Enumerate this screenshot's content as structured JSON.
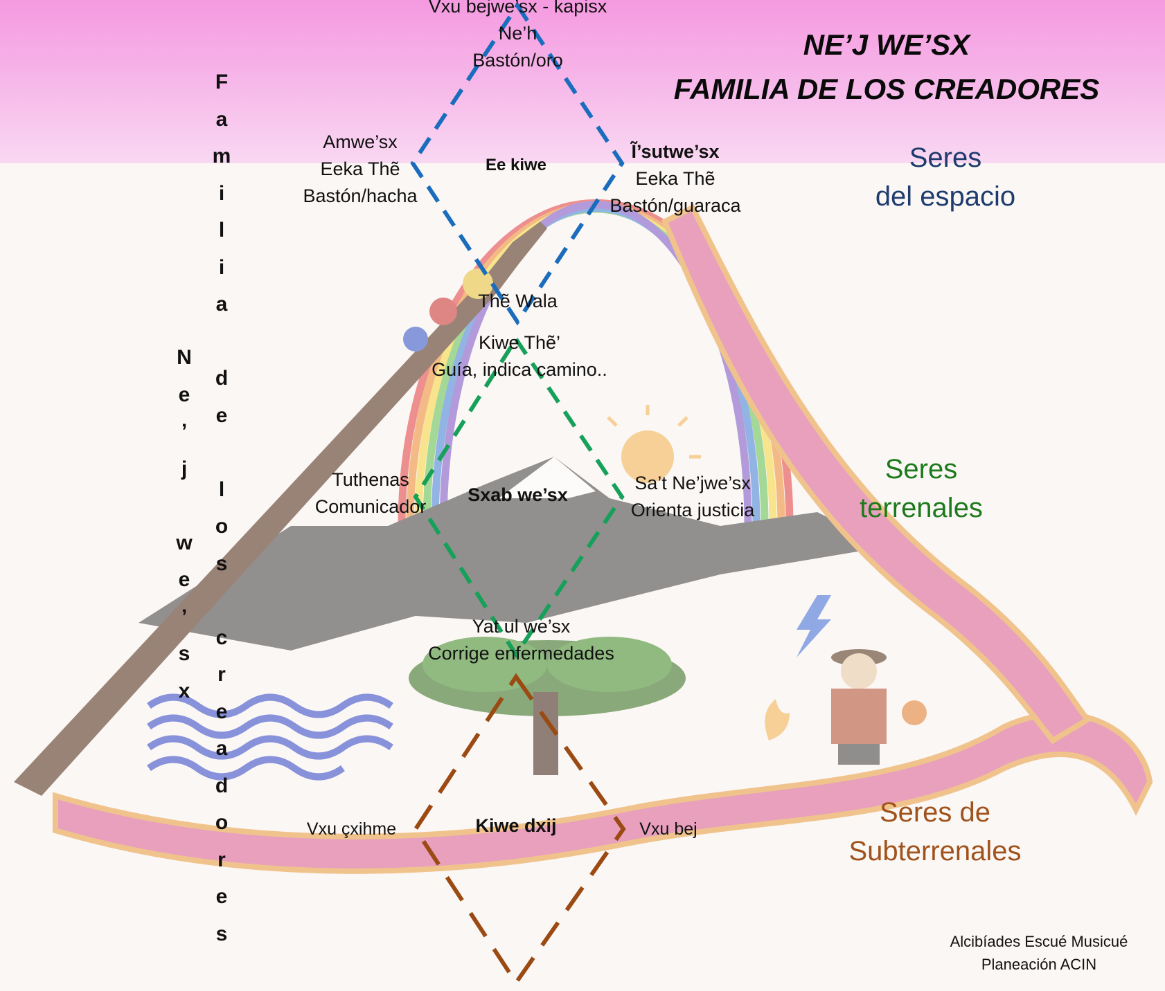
{
  "title": {
    "line1": "NE’J WE’SX",
    "line2": "FAMILIA DE LOS  CREADORES"
  },
  "vertical_labels": {
    "left": "Ne’j we’sx",
    "right": "Familia de los creadores"
  },
  "top_diamond": {
    "apex": [
      "Vxu bejwe’sx - kapisx",
      "Ne’h",
      "Bastón/oro"
    ],
    "left": [
      "Amwe’sx",
      "Eeka Thẽ",
      "Bastón/hacha"
    ],
    "center": "Ee kiwe",
    "right_bold": "Ĩ’sutwe’sx",
    "right": [
      "Eeka Thẽ",
      "Bastón/guaraca"
    ],
    "bottom": "Thẽ Wala",
    "color": "#1a6dbd"
  },
  "middle_diamond": {
    "top": [
      "Kiwe Thẽ’",
      "Guía, indica camino.."
    ],
    "left": [
      "Tuthenas",
      "Comunicador"
    ],
    "center": "Sxab we’sx",
    "right": [
      "Sa’t Ne’jwe’sx",
      "Orienta justicia"
    ],
    "bottom": [
      "Yat ul we’sx",
      "Corrige enfermedades"
    ],
    "color": "#17a05a"
  },
  "bottom_diamond": {
    "left": "Vxu çxihme",
    "center": "Kiwe dxij",
    "right": "Vxu bej",
    "color": "#9a4a12"
  },
  "realms": {
    "space": {
      "lines": [
        "Seres",
        "del espacio"
      ],
      "color": "#1f3c6e"
    },
    "earth": {
      "lines": [
        "Seres",
        "terrenales"
      ],
      "color": "#1c7a1c"
    },
    "underground": {
      "lines": [
        "Seres de",
        "Subterrenales"
      ],
      "color": "#a0521c"
    }
  },
  "credit": {
    "line1": "Alcibíades Escué Musicué",
    "line2": "Planeación ACIN"
  }
}
